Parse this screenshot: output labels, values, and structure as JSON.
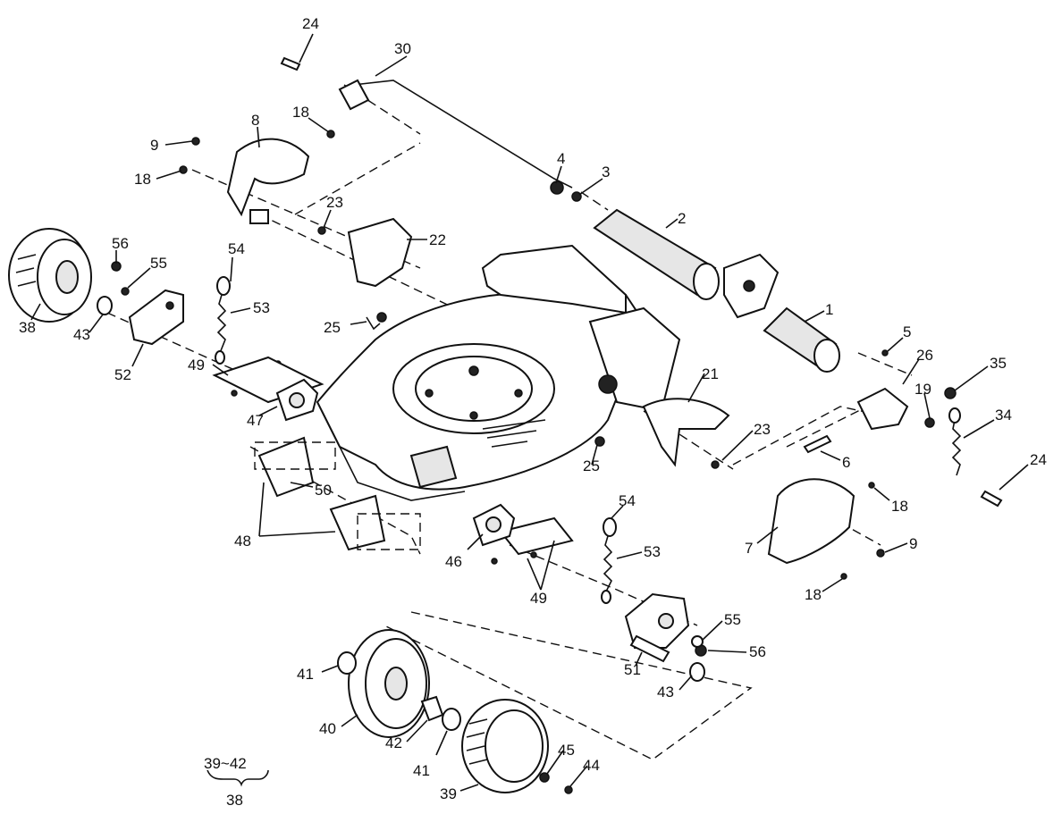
{
  "callouts": [
    {
      "id": "c24a",
      "text": "24"
    },
    {
      "id": "c30",
      "text": "30"
    },
    {
      "id": "c8",
      "text": "8"
    },
    {
      "id": "c18a",
      "text": "18"
    },
    {
      "id": "c9a",
      "text": "9"
    },
    {
      "id": "c18b",
      "text": "18"
    },
    {
      "id": "c4",
      "text": "4"
    },
    {
      "id": "c3",
      "text": "3"
    },
    {
      "id": "c23a",
      "text": "23"
    },
    {
      "id": "c22",
      "text": "22"
    },
    {
      "id": "c2",
      "text": "2"
    },
    {
      "id": "c56a",
      "text": "56"
    },
    {
      "id": "c55a",
      "text": "55"
    },
    {
      "id": "c54a",
      "text": "54"
    },
    {
      "id": "c53a",
      "text": "53"
    },
    {
      "id": "c1",
      "text": "1"
    },
    {
      "id": "c38a",
      "text": "38"
    },
    {
      "id": "c43a",
      "text": "43"
    },
    {
      "id": "c25a",
      "text": "25"
    },
    {
      "id": "c5",
      "text": "5"
    },
    {
      "id": "c52",
      "text": "52"
    },
    {
      "id": "c49a",
      "text": "49"
    },
    {
      "id": "c26",
      "text": "26"
    },
    {
      "id": "c35",
      "text": "35"
    },
    {
      "id": "c21",
      "text": "21"
    },
    {
      "id": "c19",
      "text": "19"
    },
    {
      "id": "c47",
      "text": "47"
    },
    {
      "id": "c34",
      "text": "34"
    },
    {
      "id": "c23b",
      "text": "23"
    },
    {
      "id": "c25b",
      "text": "25"
    },
    {
      "id": "c6",
      "text": "6"
    },
    {
      "id": "c24b",
      "text": "24"
    },
    {
      "id": "c50",
      "text": "50"
    },
    {
      "id": "c18c",
      "text": "18"
    },
    {
      "id": "c54b",
      "text": "54"
    },
    {
      "id": "c48",
      "text": "48"
    },
    {
      "id": "c7",
      "text": "7"
    },
    {
      "id": "c9b",
      "text": "9"
    },
    {
      "id": "c53b",
      "text": "53"
    },
    {
      "id": "c46",
      "text": "46"
    },
    {
      "id": "c18d",
      "text": "18"
    },
    {
      "id": "c49b",
      "text": "49"
    },
    {
      "id": "c55b",
      "text": "55"
    },
    {
      "id": "c56b",
      "text": "56"
    },
    {
      "id": "c41a",
      "text": "41"
    },
    {
      "id": "c51",
      "text": "51"
    },
    {
      "id": "c43b",
      "text": "43"
    },
    {
      "id": "c40",
      "text": "40"
    },
    {
      "id": "c42",
      "text": "42"
    },
    {
      "id": "c41b",
      "text": "41"
    },
    {
      "id": "c45",
      "text": "45"
    },
    {
      "id": "c44",
      "text": "44"
    },
    {
      "id": "c39",
      "text": "39"
    }
  ],
  "assembly_note": {
    "range": "39~42",
    "parent": "38"
  }
}
